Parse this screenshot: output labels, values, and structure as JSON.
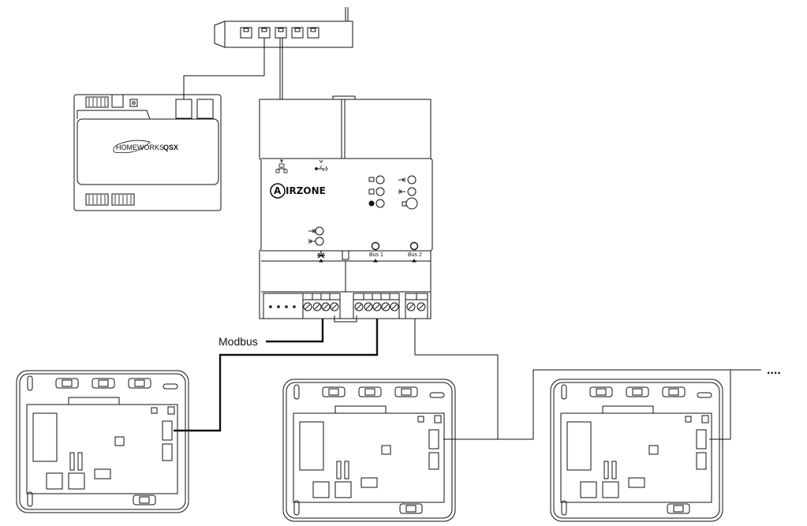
{
  "labels": {
    "modbus": "Modbus",
    "homeworks_brand": "HOMEWORKS",
    "homeworks_model": "QSX",
    "airzone_brand": "IRZONE",
    "airzone_logo_letter": "A",
    "bus1": "Bus 1",
    "bus2": "Bus 2",
    "continuation": "...."
  },
  "devices": {
    "router": {
      "ports": 5
    },
    "homeworks_processor": {
      "name": "HomeWorks QSX"
    },
    "airzone_webserver": {
      "name": "Airzone"
    },
    "thermostats": [
      {
        "id": "thermostat-1"
      },
      {
        "id": "thermostat-2"
      },
      {
        "id": "thermostat-3"
      }
    ]
  },
  "colors": {
    "stroke": "#111111",
    "background": "#ffffff"
  }
}
